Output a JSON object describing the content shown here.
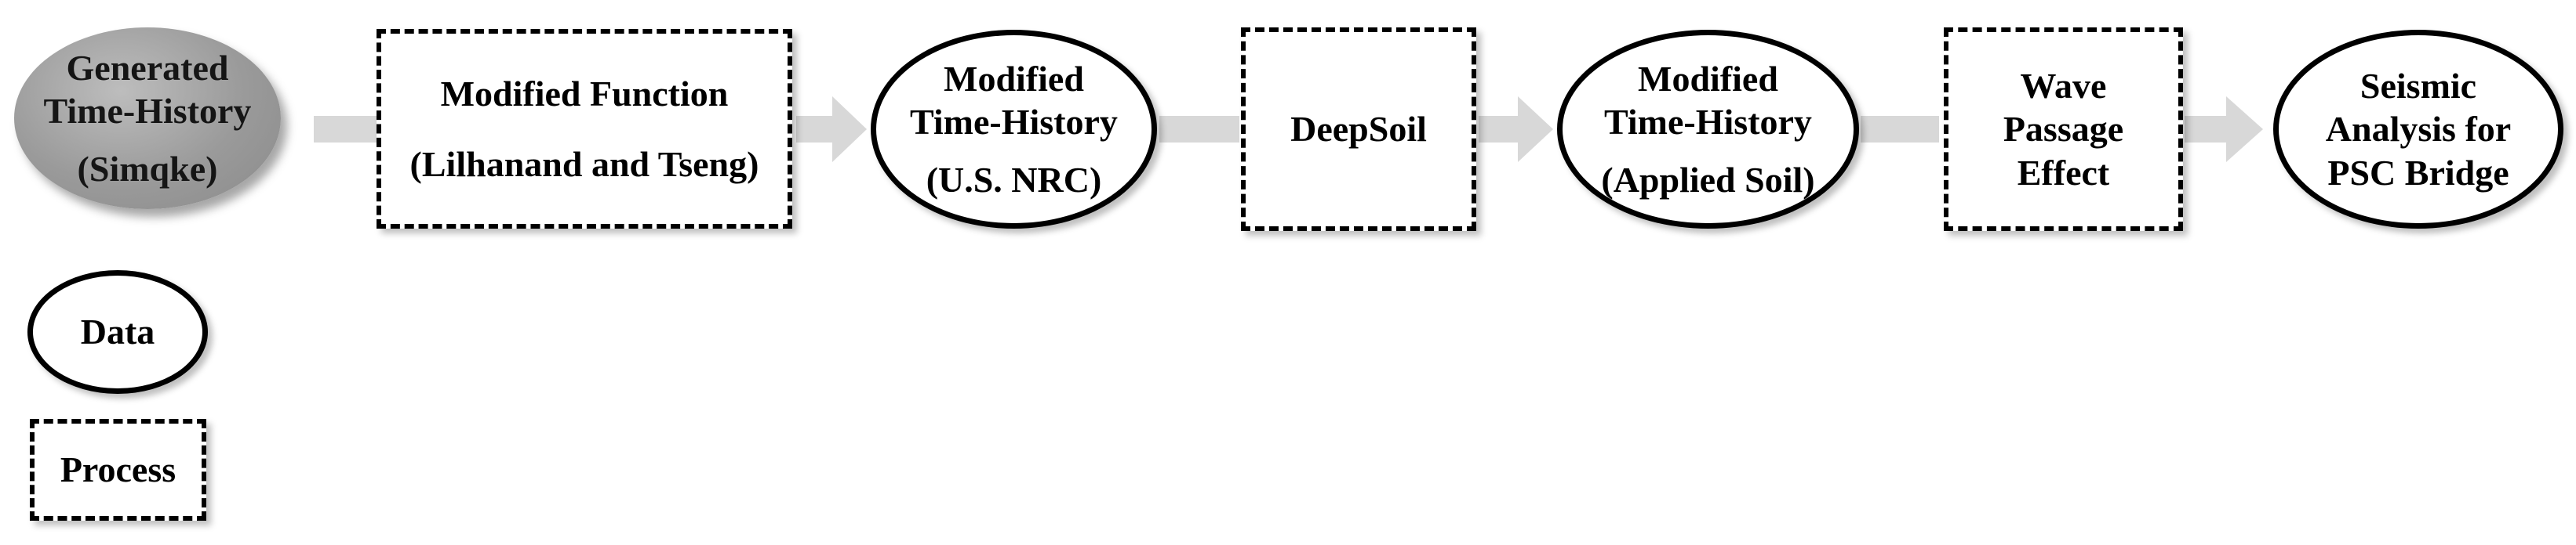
{
  "flow": {
    "n1": [
      "Generated",
      "Time-History",
      "(Simqke)"
    ],
    "n2": [
      "Modified Function",
      "(Lilhanand and Tseng)"
    ],
    "n3": [
      "Modified",
      "Time-History",
      "(U.S. NRC)"
    ],
    "n4": [
      "DeepSoil"
    ],
    "n5": [
      "Modified",
      "Time-History",
      "(Applied Soil)"
    ],
    "n6": [
      "Wave",
      "Passage",
      "Effect"
    ],
    "n7": [
      "Seismic",
      "Analysis for",
      "PSC Bridge"
    ]
  },
  "legend": {
    "data_label": "Data",
    "process_label": "Process"
  },
  "colors": {
    "arrow": "#d8d8d8",
    "border": "#000000",
    "start_node": "#9a9a9a"
  }
}
